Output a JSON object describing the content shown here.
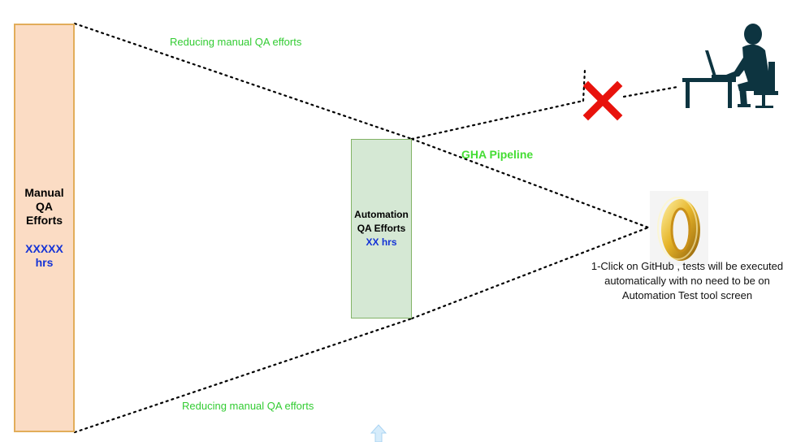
{
  "manual_box": {
    "title_line1": "Manual",
    "title_line2": "QA",
    "title_line3": "Efforts",
    "value_line1": "XXXXX",
    "value_line2": "hrs"
  },
  "automation_box": {
    "title_line1": "Automation",
    "title_line2": "QA Efforts",
    "value": "XX hrs"
  },
  "labels": {
    "reducing_top": "Reducing manual QA efforts",
    "reducing_bottom": "Reducing manual QA efforts",
    "gha_pipeline": "GHA Pipeline"
  },
  "note": "1-Click on GitHub , tests will be executed automatically with no need to be on Automation Test tool screen",
  "colors": {
    "manual_fill": "#fbdcc4",
    "manual_border": "#e2ad5a",
    "automation_fill": "#d5e8d4",
    "automation_border": "#82b366",
    "label_green": "#33cc33",
    "value_blue": "#1433d6",
    "cross_red": "#e8120c",
    "person_dark": "#0d3440",
    "coin_gold": "#d9a521"
  },
  "icons": [
    "cross-mark-icon",
    "person-at-computer-icon",
    "gold-coin-icon",
    "arrow-up-icon"
  ]
}
